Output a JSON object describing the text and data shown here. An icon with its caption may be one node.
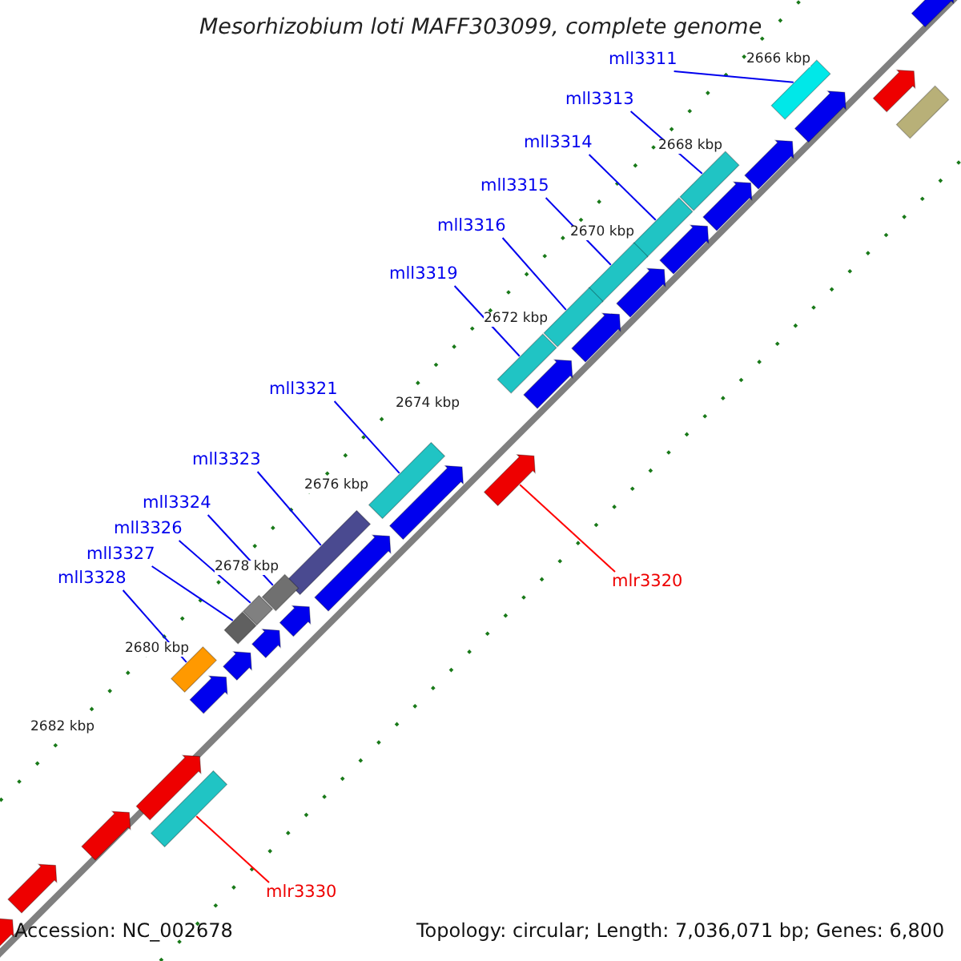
{
  "diagram": {
    "title": "Mesorhizobium loti MAFF303099, complete genome",
    "nodes": [
      {
        "text": [
          "mll3311"
        ]
      },
      {
        "text": [
          "mll3313"
        ]
      },
      {
        "text": [
          "mll3314"
        ]
      },
      {
        "text": [
          "mll3315"
        ]
      },
      {
        "text": [
          "mll3316"
        ]
      },
      {
        "text": [
          "mll3319"
        ]
      },
      {
        "text": [
          "mll3321"
        ]
      },
      {
        "text": [
          "mll3323"
        ]
      },
      {
        "text": [
          "mll3324"
        ]
      },
      {
        "text": [
          "mll3326"
        ]
      },
      {
        "text": [
          "mll3327"
        ]
      },
      {
        "text": [
          "mll3328"
        ]
      },
      {
        "text": [
          "mlr3320"
        ]
      },
      {
        "text": [
          "mlr3330"
        ]
      },
      {
        "text": [],
        "shape": "bar"
      },
      {
        "text": [],
        "shape": "bar"
      },
      {
        "text": [],
        "shape": "bar"
      },
      {
        "text": [],
        "shape": "bar"
      },
      {
        "text": [],
        "shape": "bar"
      },
      {
        "text": [],
        "shape": "bar"
      },
      {
        "text": [],
        "shape": "bar"
      },
      {
        "text": [],
        "shape": "bar"
      },
      {
        "text": [],
        "shape": "bar"
      },
      {
        "text": [],
        "shape": "bar"
      },
      {
        "text": [],
        "shape": "bar"
      },
      {
        "text": [],
        "shape": "bar"
      },
      {
        "text": [],
        "shape": "arrow"
      },
      {
        "text": [],
        "shape": "bar"
      },
      {
        "text": [],
        "shape": "arrow"
      },
      {
        "text": [],
        "shape": "arrow"
      },
      {
        "text": [],
        "shape": "arrow"
      },
      {
        "text": [],
        "shape": "arrow"
      },
      {
        "text": [],
        "shape": "arrow"
      },
      {
        "text": [],
        "shape": "arrow"
      },
      {
        "text": [],
        "shape": "arrow"
      },
      {
        "text": [],
        "shape": "arrow"
      },
      {
        "text": [],
        "shape": "arrow"
      },
      {
        "text": [],
        "shape": "arrow"
      },
      {
        "text": [],
        "shape": "arrow"
      },
      {
        "text": [],
        "shape": "arrow"
      },
      {
        "text": [],
        "shape": "arrow"
      },
      {
        "text": [],
        "shape": "arrow"
      },
      {
        "text": [],
        "shape": "arrow"
      },
      {
        "text": [],
        "shape": "arrow"
      },
      {
        "text": [],
        "shape": "arrow"
      },
      {
        "text": [],
        "shape": "arrow"
      },
      {
        "text": [],
        "shape": "bar"
      },
      {
        "text": [],
        "shape": "arrow"
      }
    ],
    "edges": [
      {
        "from": 0,
        "to": 14,
        "arrow": "none"
      },
      {
        "from": 1,
        "to": 15,
        "arrow": "none"
      },
      {
        "from": 2,
        "to": 16,
        "arrow": "none"
      },
      {
        "from": 3,
        "to": 17,
        "arrow": "none"
      },
      {
        "from": 4,
        "to": 18,
        "arrow": "none"
      },
      {
        "from": 5,
        "to": 19,
        "arrow": "none"
      },
      {
        "from": 6,
        "to": 20,
        "arrow": "none"
      },
      {
        "from": 7,
        "to": 21,
        "arrow": "none"
      },
      {
        "from": 8,
        "to": 22,
        "arrow": "none"
      },
      {
        "from": 9,
        "to": 23,
        "arrow": "none"
      },
      {
        "from": 10,
        "to": 24,
        "arrow": "none"
      },
      {
        "from": 11,
        "to": 25,
        "arrow": "none"
      },
      {
        "from": 12,
        "to": 26,
        "arrow": "none",
        "color": "#ff0000"
      },
      {
        "from": 13,
        "to": 27,
        "arrow": "none",
        "color": "#ff0000"
      }
    ],
    "labels": [
      "2666 kbp",
      "2668 kbp",
      "2670 kbp",
      "2672 kbp",
      "2674 kbp",
      "2676 kbp",
      "2678 kbp",
      "2680 kbp",
      "2682 kbp",
      "Accession: NC_002678",
      "Topology: circular; Length: 7,036,071 bp; Genes: 6,800"
    ]
  }
}
